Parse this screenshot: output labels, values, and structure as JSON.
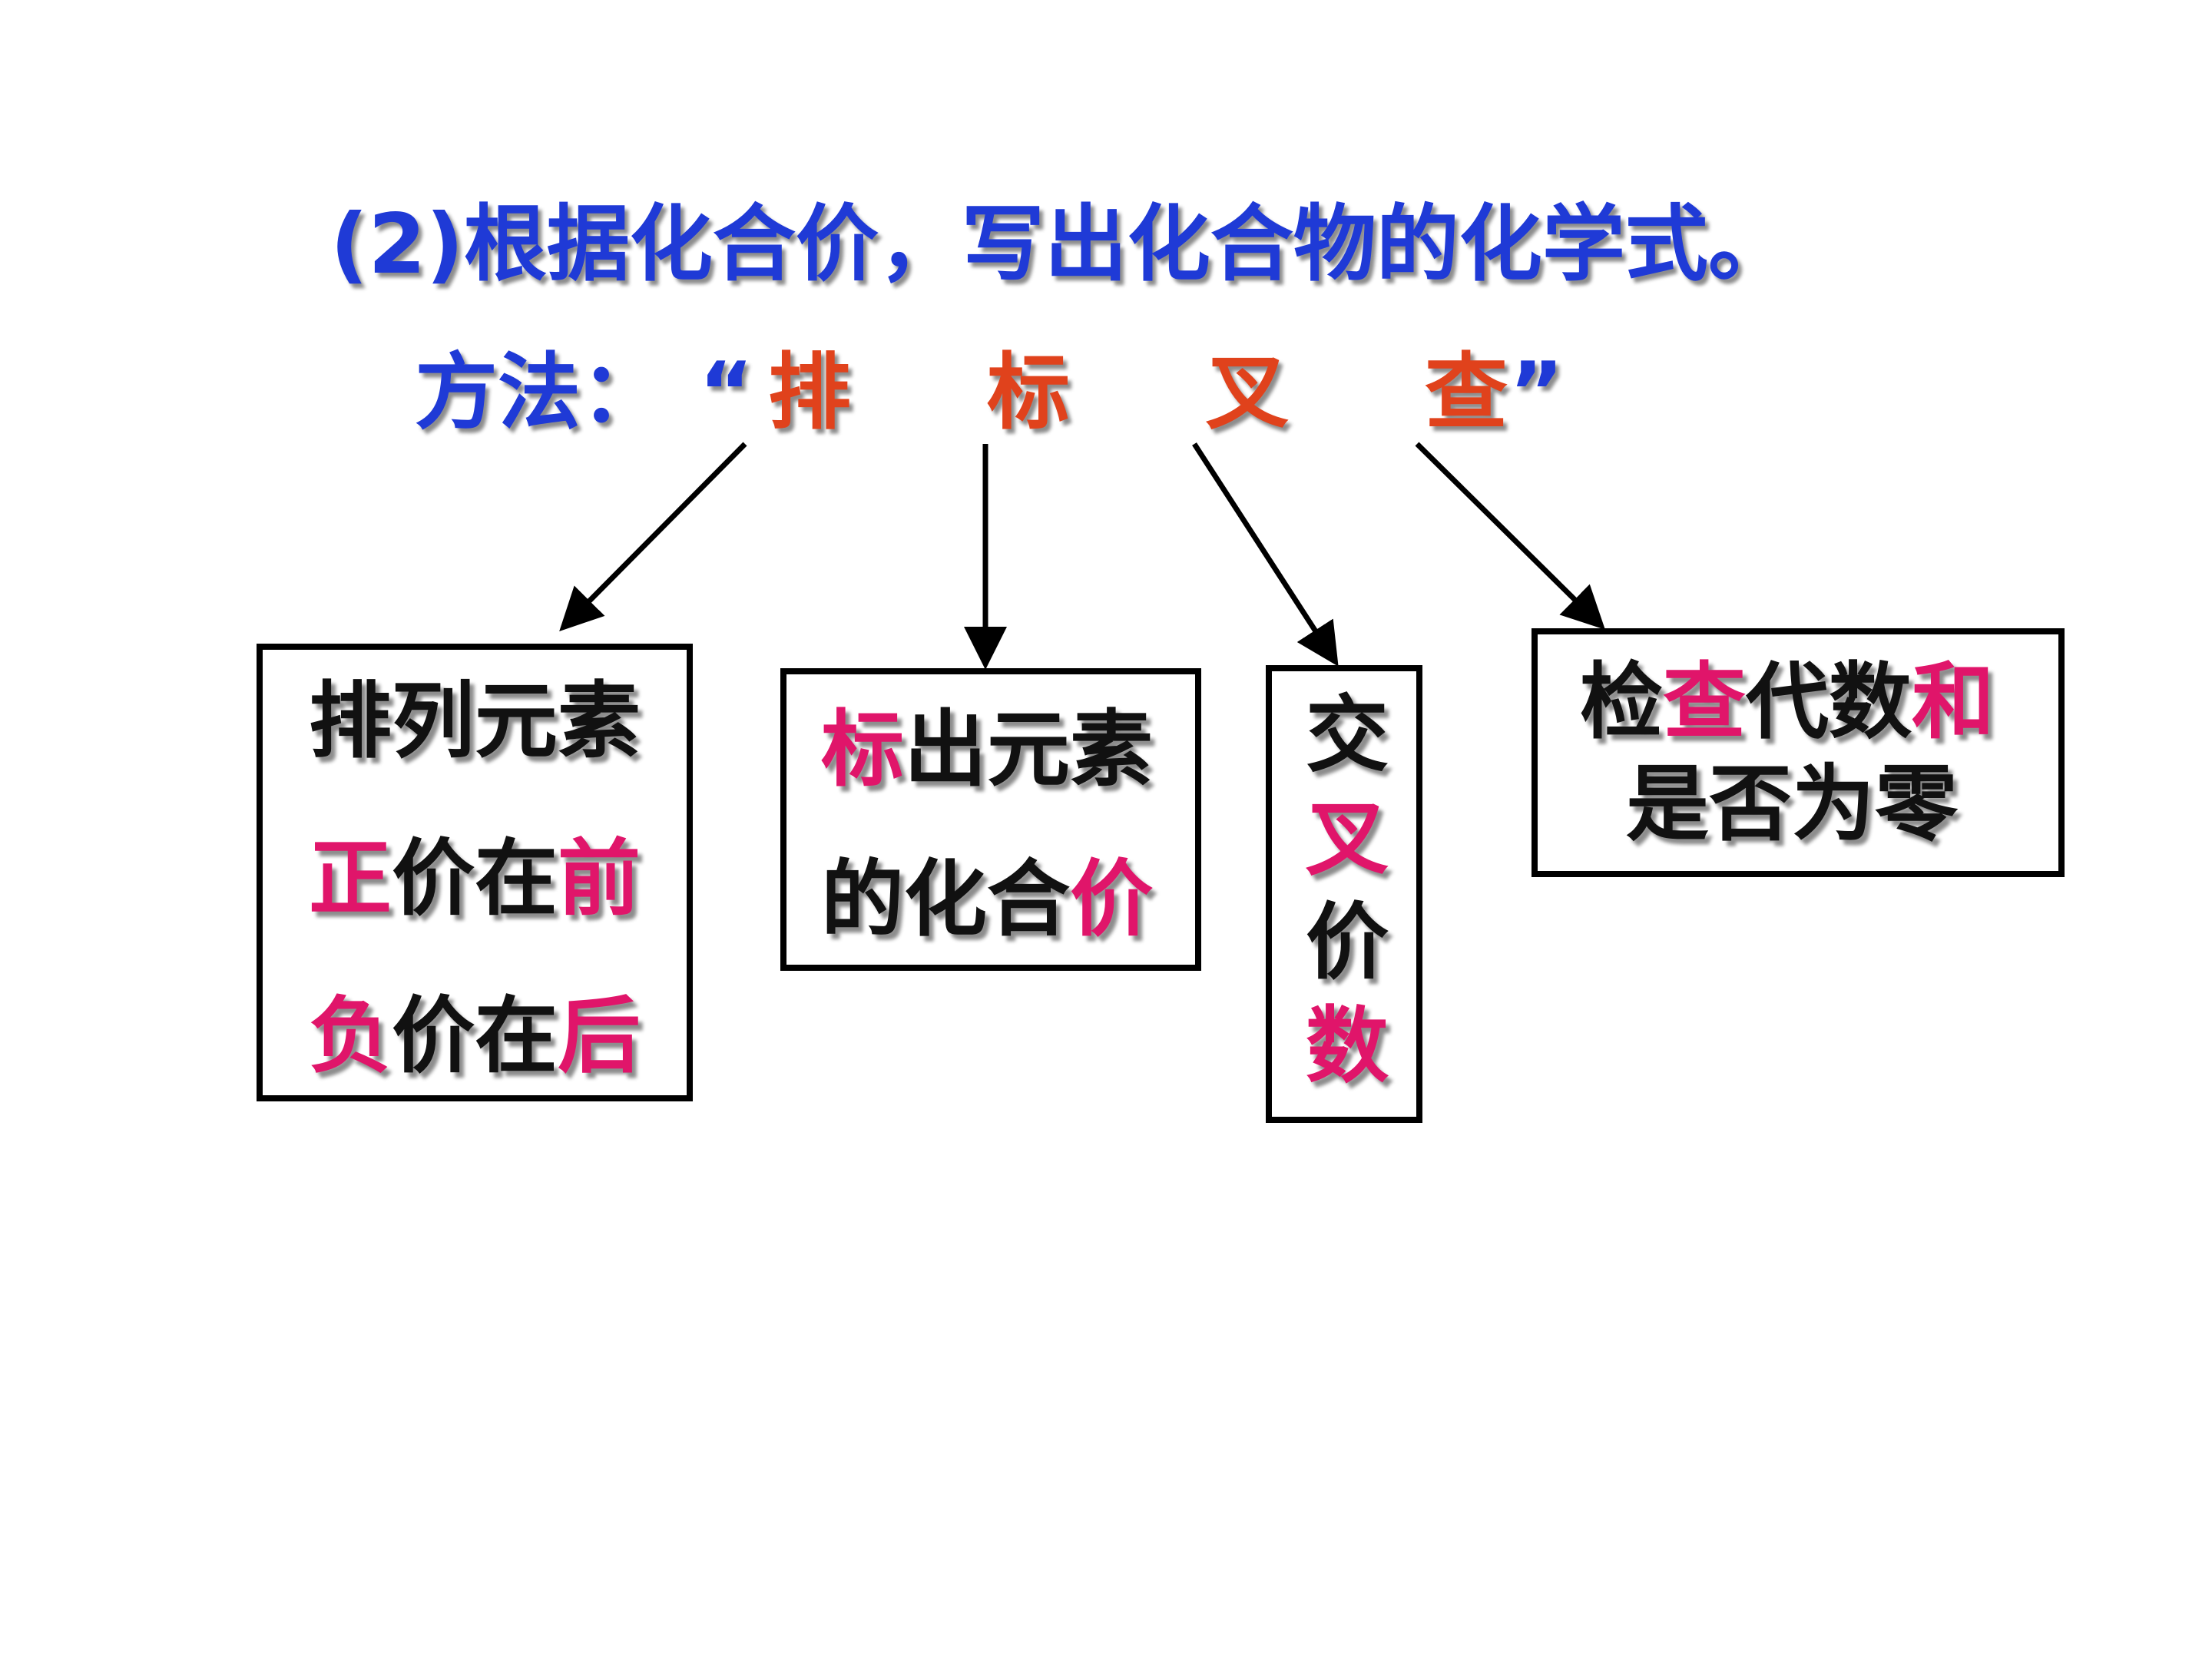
{
  "title": "(2)根据化合价，写出化合物的化学式。",
  "method": {
    "label": "方法：",
    "open_quote": "“",
    "close_quote": "”",
    "steps": [
      "排",
      "标",
      "叉",
      "查"
    ]
  },
  "colors": {
    "title": "#1f3ad6",
    "step": "#e0421c",
    "highlight": "#e0156a",
    "body_text": "#111111",
    "border": "#000000"
  },
  "boxes": {
    "arrange": {
      "lines": [
        [
          {
            "t": "排列元素",
            "hl": false
          }
        ],
        [
          {
            "t": "正",
            "hl": true
          },
          {
            "t": "价在",
            "hl": false
          },
          {
            "t": "前",
            "hl": true
          }
        ],
        [
          {
            "t": "负",
            "hl": true
          },
          {
            "t": "价在",
            "hl": false
          },
          {
            "t": "后",
            "hl": true
          }
        ]
      ]
    },
    "mark": {
      "lines": [
        [
          {
            "t": "标",
            "hl": true
          },
          {
            "t": "出元素",
            "hl": false
          }
        ],
        [
          {
            "t": "的化合",
            "hl": false
          },
          {
            "t": "价",
            "hl": true
          }
        ]
      ]
    },
    "cross": {
      "lines": [
        [
          {
            "t": "交",
            "hl": false
          }
        ],
        [
          {
            "t": "叉",
            "hl": true
          }
        ],
        [
          {
            "t": "价",
            "hl": false
          }
        ],
        [
          {
            "t": "数",
            "hl": true
          }
        ]
      ]
    },
    "check": {
      "lines": [
        [
          {
            "t": "检",
            "hl": false
          },
          {
            "t": "查",
            "hl": true
          },
          {
            "t": "代数",
            "hl": false
          },
          {
            "t": "和",
            "hl": true
          }
        ],
        [
          {
            "t": "是否为零",
            "hl": false
          }
        ]
      ]
    }
  }
}
